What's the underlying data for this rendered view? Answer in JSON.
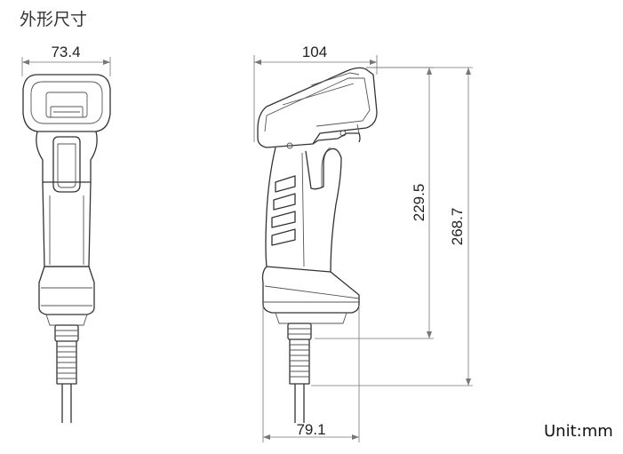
{
  "title": "外形尺寸",
  "unit_label": "Unit:mm",
  "dimensions": {
    "front_width": "73.4",
    "side_top_width": "104",
    "base_width": "79.1",
    "height_body": "229.5",
    "height_total": "268.7"
  },
  "views": [
    "front-view",
    "side-view"
  ],
  "colors": {
    "outline": "#333333",
    "dimension_line": "#777777",
    "background": "#ffffff"
  }
}
